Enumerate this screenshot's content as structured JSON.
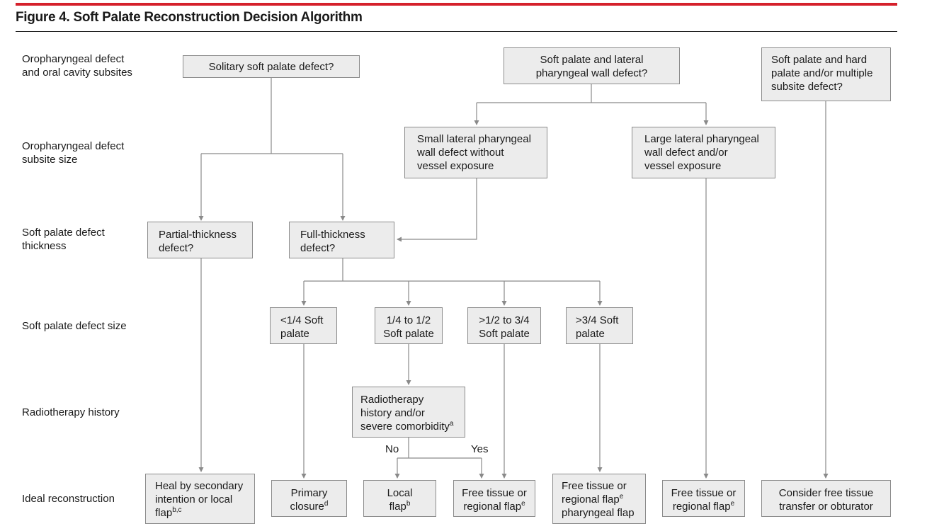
{
  "colors": {
    "accent_bar": "#d5202b",
    "box_fill": "#ececec",
    "box_border": "#8c8c8c",
    "connector": "#8a8a8a"
  },
  "figure": {
    "title": "Figure 4. Soft Palate Reconstruction Decision Algorithm"
  },
  "rows": [
    {
      "id": "row-subsites",
      "lines": [
        "Oropharyngeal defect",
        "and oral cavity subsites"
      ]
    },
    {
      "id": "row-subsite-size",
      "lines": [
        "Oropharyngeal defect",
        "subsite size"
      ]
    },
    {
      "id": "row-thickness",
      "lines": [
        "Soft palate defect",
        "thickness"
      ]
    },
    {
      "id": "row-defect-size",
      "lines": [
        "Soft palate defect size"
      ]
    },
    {
      "id": "row-radiotherapy",
      "lines": [
        "Radiotherapy history"
      ]
    },
    {
      "id": "row-reconstruction",
      "lines": [
        "Ideal reconstruction"
      ]
    }
  ],
  "nodes": {
    "solitary": {
      "lines": [
        "Solitary soft palate defect?"
      ]
    },
    "lateral_wall": {
      "lines": [
        "Soft palate and lateral",
        "pharyngeal wall defect?"
      ]
    },
    "hard_palate": {
      "lines": [
        "Soft palate and hard",
        "palate and/or multiple",
        "subsite defect?"
      ]
    },
    "small_lateral": {
      "lines": [
        "Small lateral pharyngeal",
        "wall defect without",
        "vessel exposure"
      ]
    },
    "large_lateral": {
      "lines": [
        "Large lateral pharyngeal",
        "wall defect and/or",
        "vessel exposure"
      ]
    },
    "partial": {
      "lines": [
        "Partial-thickness",
        "defect?"
      ]
    },
    "full": {
      "lines": [
        "Full-thickness",
        "defect?"
      ]
    },
    "size_quarter": {
      "lines": [
        "<1/4 Soft",
        "palate"
      ]
    },
    "size_half": {
      "lines": [
        "1/4 to 1/2",
        "Soft palate"
      ]
    },
    "size_threequarter": {
      "lines": [
        ">1/2 to 3/4",
        "Soft palate"
      ]
    },
    "size_over": {
      "lines": [
        ">3/4 Soft",
        "palate"
      ]
    },
    "radiotherapy": {
      "lines": [
        "Radiotherapy",
        "history and/or",
        "severe comorbidity"
      ],
      "sup": "a"
    },
    "out_heal": {
      "lines": [
        "Heal by secondary",
        "intention or local",
        "flap"
      ],
      "sup": "b,c"
    },
    "out_primary": {
      "lines": [
        "Primary",
        "closure"
      ],
      "sup": "d"
    },
    "out_local": {
      "lines": [
        "Local",
        "flap"
      ],
      "sup": "b"
    },
    "out_free_regional": {
      "lines": [
        "Free tissue or",
        "regional flap"
      ],
      "sup": "e"
    },
    "out_free_pharyngeal": {
      "lines": [
        "Free tissue or",
        "regional flap",
        "pharyngeal flap"
      ],
      "sup": "e"
    },
    "out_free_lateral": {
      "lines": [
        "Free tissue or",
        "regional flap"
      ],
      "sup": "e"
    },
    "out_consider": {
      "lines": [
        "Consider free tissue",
        "transfer or obturator"
      ]
    }
  },
  "answers": {
    "no": "No",
    "yes": "Yes"
  }
}
